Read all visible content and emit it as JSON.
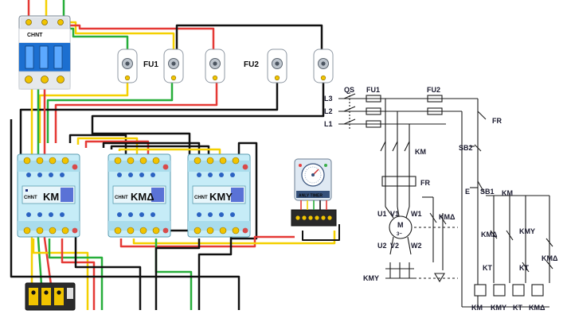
{
  "breaker": {
    "brand": "CHNT"
  },
  "fuses_left": {
    "fu1_label": "FU1",
    "fu2_label": "FU2"
  },
  "contactors": [
    {
      "brand": "CHNT",
      "label": "KM"
    },
    {
      "brand": "CHNT",
      "label": "KMΔ"
    },
    {
      "brand": "CHNT",
      "label": "KMY"
    }
  ],
  "timer": {
    "caption": "ANLY  TIMER"
  },
  "schematic": {
    "qs": "QS",
    "l3": "L3",
    "l2": "L2",
    "l1": "L1",
    "fu1": "FU1",
    "fu2": "FU2",
    "fr_ctrl": "FR",
    "sb2": "SB2",
    "km_main": "KM",
    "fr_main": "FR",
    "e1": "E",
    "sb1": "SB1",
    "km_seal": "KM",
    "u1": "U1",
    "v1": "V1",
    "w1": "W1",
    "m": "M",
    "m3": "3~",
    "kmd_main": "KMΔ",
    "kmd_ctrl": "KMΔ",
    "kmy_ctrl": "KMY",
    "u2": "U2",
    "v2": "V2",
    "w2": "W2",
    "kt1": "KT",
    "kmd_ctrl2": "KMΔ",
    "kmy_main": "KMY",
    "kt2": "KT",
    "coil_km": "KM",
    "coil_kmy": "KMY",
    "coil_kt": "KT",
    "coil_kmd": "KMΔ"
  }
}
